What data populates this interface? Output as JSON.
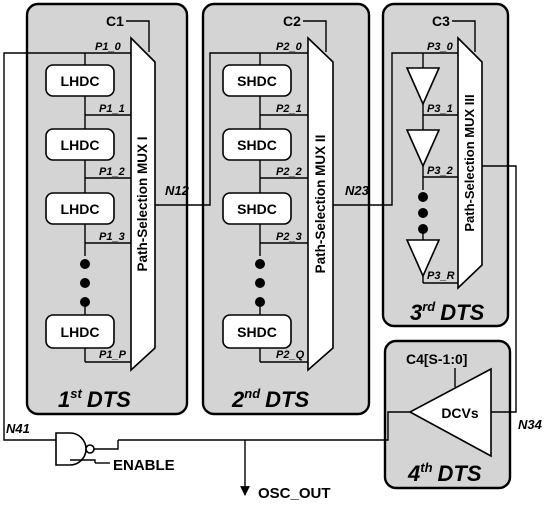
{
  "dts_blocks": [
    {
      "id": "dts1",
      "label_num": "1",
      "label_sup": "st",
      "label_suffix": "DTS",
      "control": "C1",
      "mux_label": "Path-Selection MUX I",
      "cell": "LHDC",
      "ports": [
        "P1_0",
        "P1_1",
        "P1_2",
        "P1_3",
        "P1_P"
      ]
    },
    {
      "id": "dts2",
      "label_num": "2",
      "label_sup": "nd",
      "label_suffix": "DTS",
      "control": "C2",
      "mux_label": "Path-Selection MUX II",
      "cell": "SHDC",
      "ports": [
        "P2_0",
        "P2_1",
        "P2_2",
        "P2_3",
        "P2_Q"
      ]
    },
    {
      "id": "dts3",
      "label_num": "3",
      "label_sup": "rd",
      "label_suffix": "DTS",
      "control": "C3",
      "mux_label": "Path-Selection MUX III",
      "ports": [
        "P3_0",
        "P3_1",
        "P3_2",
        "P3_R"
      ]
    },
    {
      "id": "dts4",
      "label_num": "4",
      "label_sup": "th",
      "label_suffix": "DTS",
      "control": "C4[S-1:0]",
      "cell": "DCVs"
    }
  ],
  "nets": {
    "n12": "N12",
    "n23": "N23",
    "n34": "N34",
    "n41": "N41"
  },
  "signals": {
    "enable": "ENABLE",
    "output": "OSC_OUT"
  },
  "icons": [
    "nand-gate-icon",
    "buffer-icon",
    "mux-icon",
    "arrow-down-icon"
  ]
}
